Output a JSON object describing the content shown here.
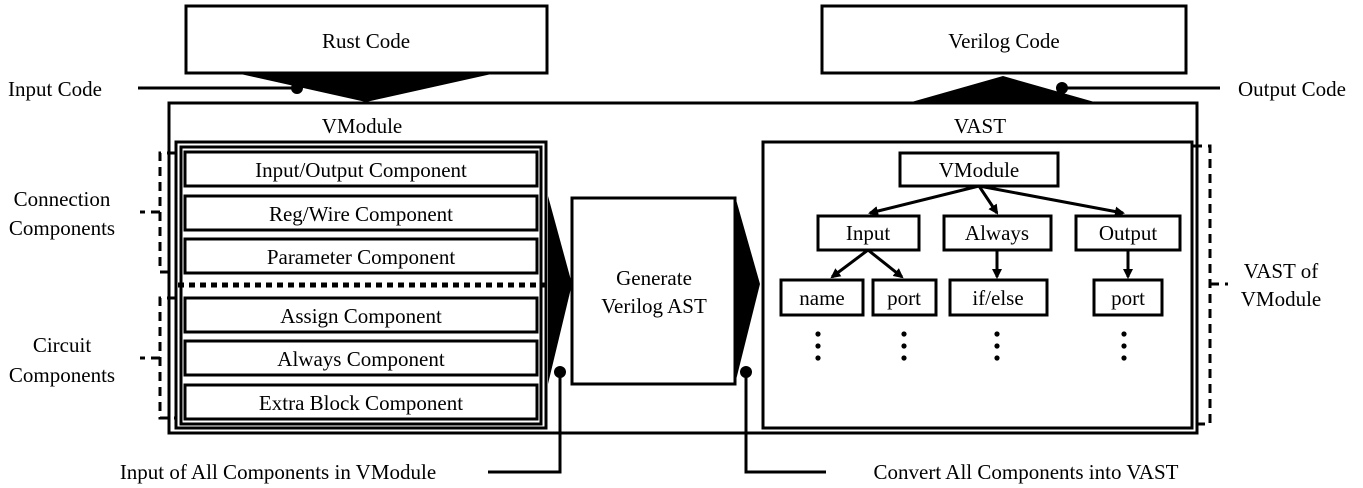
{
  "top": {
    "rust_code": "Rust Code",
    "verilog_code": "Verilog Code",
    "input_code": "Input Code",
    "output_code": "Output Code"
  },
  "vmodule": {
    "title": "VModule",
    "connection_components": [
      "Input/Output Component",
      "Reg/Wire Component",
      "Parameter Component"
    ],
    "circuit_components": [
      "Assign Component",
      "Always Component",
      "Extra Block Component"
    ],
    "connection_group_label": [
      "Connection",
      "Components"
    ],
    "circuit_group_label": [
      "Circuit",
      "Components"
    ]
  },
  "generate": {
    "label": [
      "Generate",
      "Verilog AST"
    ]
  },
  "vast": {
    "title": "VAST",
    "root": "VModule",
    "level1": [
      "Input",
      "Always",
      "Output"
    ],
    "level2": [
      "name",
      "port",
      "if/else",
      "port"
    ],
    "side_label": [
      "VAST of",
      "VModule"
    ]
  },
  "bottom": {
    "input_all": "Input of All Components in VModule",
    "convert_all": "Convert All Components into VAST"
  }
}
